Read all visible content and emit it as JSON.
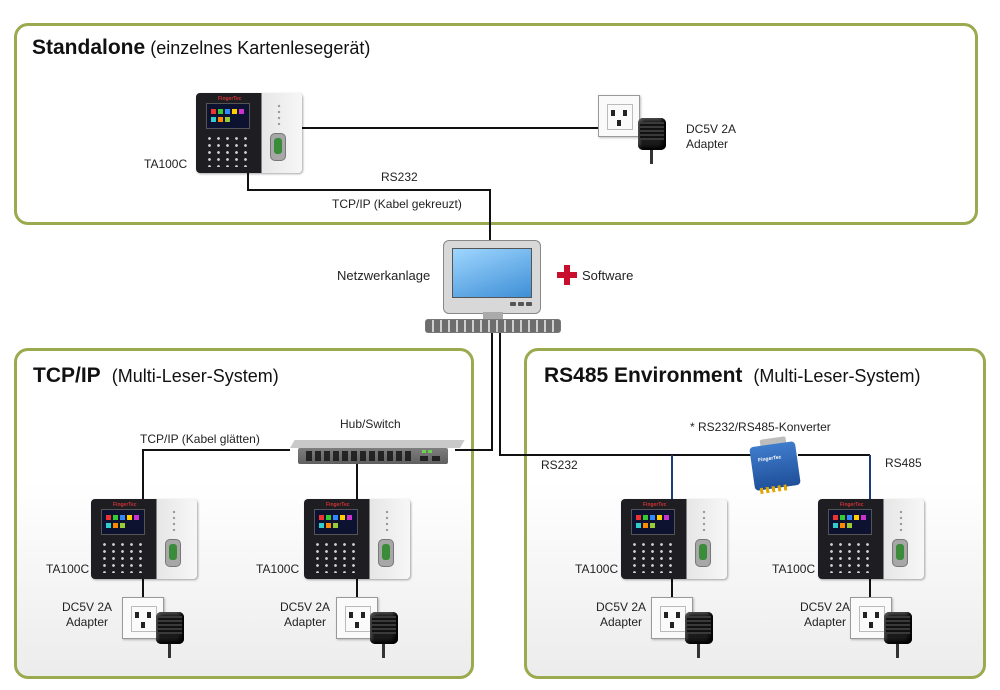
{
  "standalone": {
    "title": "Standalone",
    "subtitle": "(einzelnes Kartenlesegerät)",
    "device_label": "TA100C",
    "adapter_label_1": "DC5V 2A",
    "adapter_label_2": "Adapter",
    "rs232_label": "RS232",
    "tcpip_label": "TCP/IP (Kabel gekreuzt)"
  },
  "center": {
    "network_label": "Netzwerkanlage",
    "software_label": "Software"
  },
  "tcpip": {
    "title": "TCP/IP",
    "subtitle": "(Multi-Leser-System)",
    "hub_label": "Hub/Switch",
    "cable_label": "TCP/IP (Kabel glätten)",
    "devices": [
      {
        "label": "TA100C",
        "adapter_1": "DC5V 2A",
        "adapter_2": "Adapter"
      },
      {
        "label": "TA100C",
        "adapter_1": "DC5V 2A",
        "adapter_2": "Adapter"
      }
    ]
  },
  "rs485": {
    "title": "RS485 Environment",
    "subtitle": "(Multi-Leser-System)",
    "converter_label": "* RS232/RS485-Konverter",
    "rs232_label": "RS232",
    "rs485_label": "RS485",
    "devices": [
      {
        "label": "TA100C",
        "adapter_1": "DC5V 2A",
        "adapter_2": "Adapter"
      },
      {
        "label": "TA100C",
        "adapter_1": "DC5V 2A",
        "adapter_2": "Adapter"
      }
    ]
  },
  "colors": {
    "panel_border": "#9aaa4e",
    "plus_red": "#c8102e",
    "rs485_wire": "#1d3d7a"
  }
}
